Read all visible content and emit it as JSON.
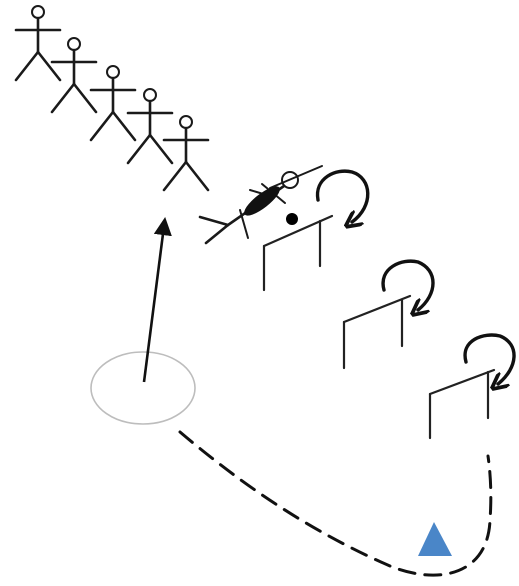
{
  "diagram": {
    "description_free": true,
    "players_in_line": 5,
    "hurdles": 3,
    "colors": {
      "ink": "#1a1a1a",
      "circle": "#bdbdbd",
      "cone": "#4a86c8",
      "ball": "#000000",
      "background": "#ffffff"
    },
    "icons": {
      "player": "stick-figure-icon",
      "diving_player": "diving-player-icon",
      "hurdle": "hurdle-icon",
      "roll": "curved-arrow-icon",
      "cone": "triangle-cone-icon",
      "ball": "ball-icon",
      "start_zone": "circle-zone-icon"
    },
    "paths": {
      "run_to_line": "solid-arrow",
      "return_run": "dashed-line"
    }
  }
}
